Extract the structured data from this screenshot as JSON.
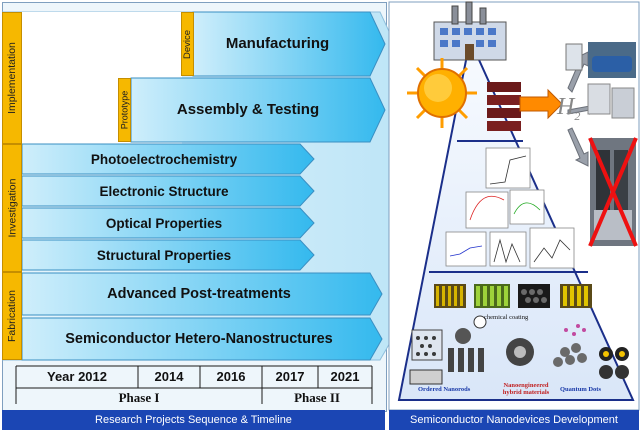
{
  "bands": {
    "implementation": "Implementation",
    "investigation": "Investigation",
    "fabrication": "Fabrication"
  },
  "tags": {
    "device": "Device",
    "prototype": "Prototype"
  },
  "rows": {
    "manufacturing": "Manufacturing",
    "assembly": "Assembly & Testing",
    "photo": "Photoelectrochemistry",
    "electronic": "Electronic Structure",
    "optical": "Optical Properties",
    "structural": "Structural Properties",
    "advanced": "Advanced Post-treatments",
    "hetero": "Semiconductor Hetero-Nanostructures"
  },
  "timeline": {
    "years": [
      "Year 2012",
      "2014",
      "2016",
      "2017",
      "2021"
    ],
    "phase1": "Phase I",
    "phase2": "Phase II"
  },
  "pyramid": {
    "h2": "H",
    "h2_sub": "2",
    "chem": "chemical coating",
    "ordered": "Ordered Nanorods",
    "hybrid": "Nanoengineered hybrid materials",
    "qd": "Quantum Dots"
  },
  "footers": {
    "left": "Research Projects Sequence & Timeline",
    "right": "Semiconductor Nanodevices Development"
  }
}
